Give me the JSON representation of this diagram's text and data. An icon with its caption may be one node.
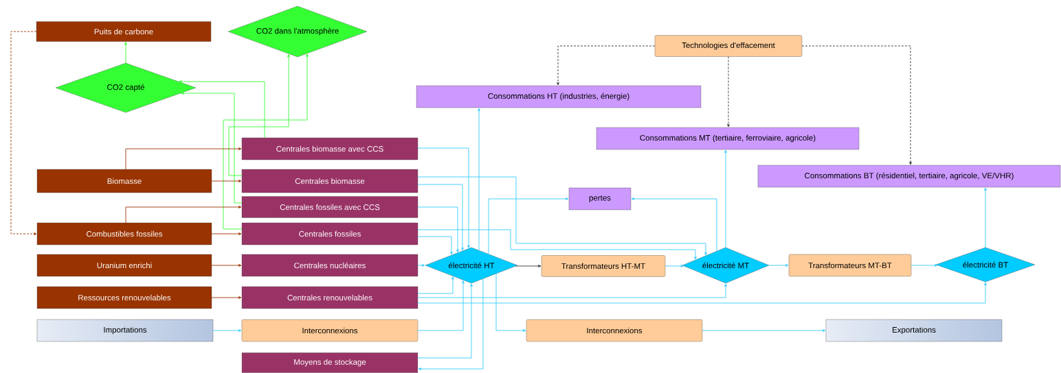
{
  "diagram": {
    "nodes": [
      {
        "text": [
          "Puits de carbone"
        ]
      },
      {
        "text": [
          "CO2 dans l'atmosphère"
        ]
      },
      {
        "text": [
          "CO2 capté"
        ]
      },
      {
        "text": [
          "Technologies d'effacement"
        ]
      },
      {
        "text": [
          "Consommations HT (industries, énergie)"
        ]
      },
      {
        "text": [
          "Consommations MT (tertiaire, ferroviaire, agricole)"
        ]
      },
      {
        "text": [
          "Consommations BT (résidentiel, tertiaire, agricole, VE/VHR)"
        ]
      },
      {
        "text": [
          "Centrales biomasse avec CCS"
        ]
      },
      {
        "text": [
          "Biomasse"
        ]
      },
      {
        "text": [
          "Centrales biomasse"
        ]
      },
      {
        "text": [
          "pertes"
        ]
      },
      {
        "text": [
          "Centrales fossiles avec CCS"
        ]
      },
      {
        "text": [
          "Combustibles fossiles"
        ]
      },
      {
        "text": [
          "Centrales fossiles"
        ]
      },
      {
        "text": [
          "Uranium enrichi"
        ]
      },
      {
        "text": [
          "Centrales nucléaires"
        ]
      },
      {
        "text": [
          "électricité HT"
        ]
      },
      {
        "text": [
          "Transformateurs HT-MT"
        ]
      },
      {
        "text": [
          "électricité MT"
        ]
      },
      {
        "text": [
          "Transformateurs MT-BT"
        ]
      },
      {
        "text": [
          "électricité BT"
        ]
      },
      {
        "text": [
          "Ressources renouvelables"
        ]
      },
      {
        "text": [
          "Centrales renouvelables"
        ]
      },
      {
        "text": [
          "Importations"
        ]
      },
      {
        "text": [
          "Interconnexions"
        ]
      },
      {
        "text": [
          "Interconnexions"
        ]
      },
      {
        "text": [
          "Exportations"
        ]
      },
      {
        "text": [
          "Moyens de stockage"
        ]
      }
    ],
    "edges": [
      {
        "from": 0,
        "to": 12,
        "arrow": "to",
        "style": "dashed",
        "color": "#993300"
      },
      {
        "from": 2,
        "to": 0,
        "arrow": "to",
        "color": "#33ff33"
      },
      {
        "from": 7,
        "to": 2,
        "arrow": "to",
        "color": "#33ff33"
      },
      {
        "from": 11,
        "to": 2,
        "arrow": "to",
        "color": "#33ff33"
      },
      {
        "from": 9,
        "to": 1,
        "arrow": "to",
        "color": "#33ff33"
      },
      {
        "from": 13,
        "to": 1,
        "arrow": "to",
        "color": "#33ff33"
      },
      {
        "from": 8,
        "to": 7,
        "arrow": "to",
        "color": "#993300"
      },
      {
        "from": 8,
        "to": 9,
        "arrow": "to",
        "color": "#993300"
      },
      {
        "from": 12,
        "to": 11,
        "arrow": "to",
        "color": "#993300"
      },
      {
        "from": 12,
        "to": 13,
        "arrow": "to",
        "color": "#993300"
      },
      {
        "from": 14,
        "to": 15,
        "arrow": "to",
        "color": "#993300"
      },
      {
        "from": 21,
        "to": 22,
        "arrow": "to",
        "color": "#993300"
      },
      {
        "from": 23,
        "to": 24,
        "arrow": "to"
      },
      {
        "from": 3,
        "to": 4,
        "arrow": "to",
        "style": "dashed",
        "color": "#333333"
      },
      {
        "from": 3,
        "to": 5,
        "arrow": "to",
        "style": "dashed",
        "color": "#333333"
      },
      {
        "from": 3,
        "to": 6,
        "arrow": "to",
        "style": "dashed",
        "color": "#333333"
      },
      {
        "from": 7,
        "to": 16,
        "arrow": "to"
      },
      {
        "from": 9,
        "to": 16,
        "arrow": "to"
      },
      {
        "from": 9,
        "to": 18,
        "arrow": "to"
      },
      {
        "from": 11,
        "to": 16,
        "arrow": "to"
      },
      {
        "from": 13,
        "to": 16,
        "arrow": "to"
      },
      {
        "from": 13,
        "to": 18,
        "arrow": "to"
      },
      {
        "from": 15,
        "to": 16,
        "arrow": "to"
      },
      {
        "from": 22,
        "to": 16,
        "arrow": "to"
      },
      {
        "from": 22,
        "to": 18,
        "arrow": "to"
      },
      {
        "from": 22,
        "to": 20,
        "arrow": "to"
      },
      {
        "from": 24,
        "to": 16,
        "arrow": "to"
      },
      {
        "from": 27,
        "to": 16,
        "arrow": "to"
      },
      {
        "from": 16,
        "to": 27,
        "arrow": "to"
      },
      {
        "from": 16,
        "to": 4,
        "arrow": "to"
      },
      {
        "from": 16,
        "to": 10,
        "arrow": "to"
      },
      {
        "from": 18,
        "to": 10,
        "arrow": "to"
      },
      {
        "from": 16,
        "to": 17,
        "arrow": "to",
        "color": "#333333"
      },
      {
        "from": 17,
        "to": 18,
        "arrow": "to"
      },
      {
        "from": 18,
        "to": 5,
        "arrow": "to"
      },
      {
        "from": 18,
        "to": 19,
        "arrow": "to"
      },
      {
        "from": 19,
        "to": 20,
        "arrow": "to"
      },
      {
        "from": 20,
        "to": 6,
        "arrow": "to"
      },
      {
        "from": 16,
        "to": 25,
        "arrow": "to"
      },
      {
        "from": 25,
        "to": 26,
        "arrow": "to"
      }
    ]
  }
}
